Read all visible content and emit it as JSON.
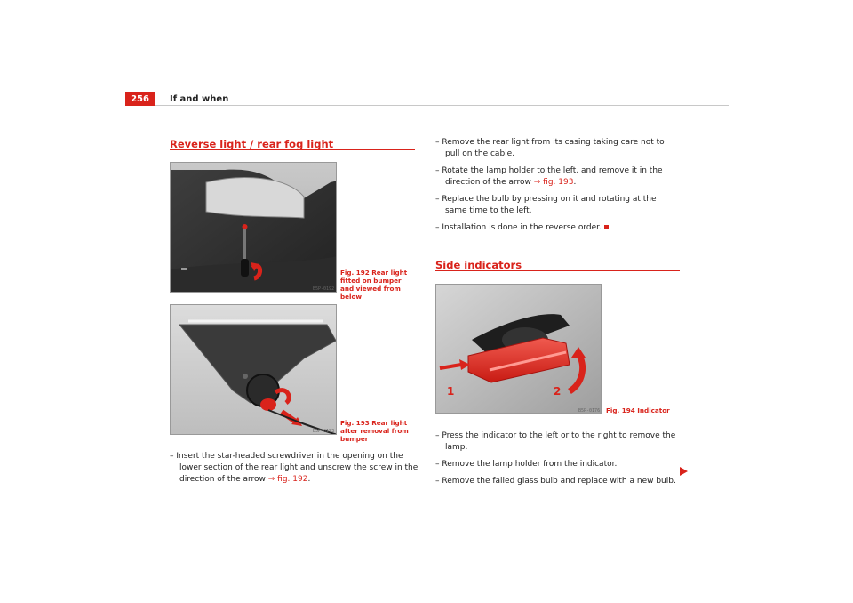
{
  "header": {
    "page_number": "256",
    "chapter": "If and when"
  },
  "left": {
    "title": "Reverse light / rear fog light",
    "fig192": {
      "caption": "Fig. 192  Rear light fitted on bumper and viewed from below",
      "id": "B5P-0192"
    },
    "fig193": {
      "caption": "Fig. 193  Rear light after removal from bumper",
      "id": "B5P-0193"
    },
    "step1": {
      "text": "– Insert the star-headed screwdriver in the opening on the lower section of the rear light and unscrew the screw in the direction of the arrow ",
      "ref": "⇒ fig. 192",
      "tail": "."
    }
  },
  "right": {
    "steps": [
      {
        "text": "– Remove the rear light from its casing taking care not to pull on the cable."
      },
      {
        "text": "– Rotate the lamp holder to the left, and remove it in the direction of the arrow ",
        "ref": "⇒ fig. 193",
        "tail": "."
      },
      {
        "text": "– Replace the bulb by pressing on it and rotating at the same time to the left."
      },
      {
        "text": "– Installation is done in the reverse order."
      }
    ],
    "title2": "Side indicators",
    "fig194": {
      "caption": "Fig. 194  Indicator",
      "id": "B5P-0176",
      "label1": "1",
      "label2": "2"
    },
    "steps2": [
      {
        "text": "– Press the indicator to the left or to the right to remove the lamp."
      },
      {
        "text": "– Remove the lamp holder from the indicator."
      },
      {
        "text": "– Remove the failed glass bulb and replace with a new bulb."
      }
    ]
  },
  "colors": {
    "accent": "#d9231b",
    "text": "#222222"
  },
  "icons": {
    "continue": "arrow-right-triangle-icon"
  }
}
